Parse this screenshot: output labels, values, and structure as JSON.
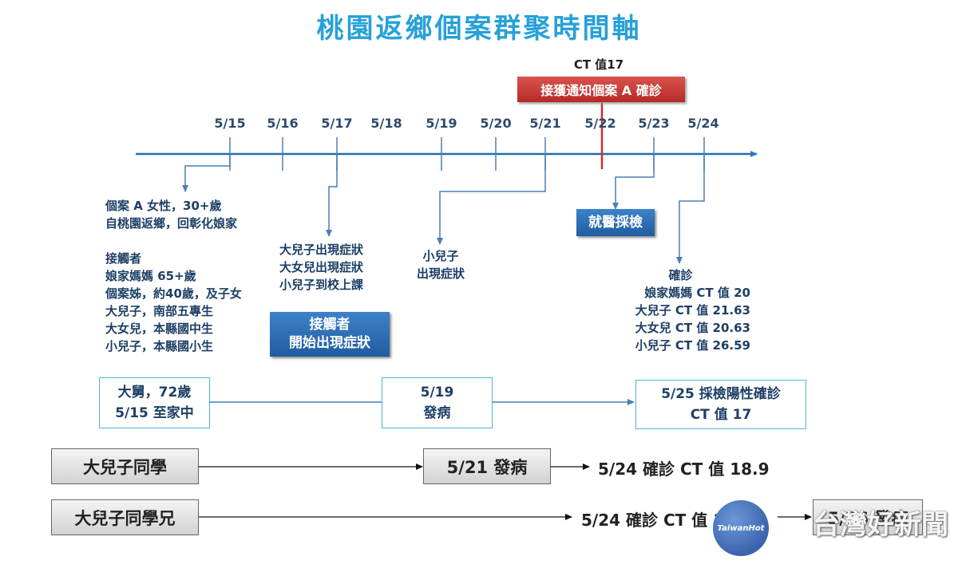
{
  "title": "桃園返鄉個案群聚時間軸",
  "ct_note": "CT 值17",
  "notify_label": "接獲通知個案 A 確診",
  "dates": [
    "5/15",
    "5/16",
    "5/17",
    "5/18",
    "5/19",
    "5/20",
    "5/21",
    "5/22",
    "5/23",
    "5/24"
  ],
  "case_info": [
    "個案 A 女性，30+歲",
    "自桃園返鄉，回彰化娘家"
  ],
  "contacts": [
    "接觸者",
    "娘家媽媽 65+歲",
    "個案姊，約40歲，及子女",
    "大兒子，南部五專生",
    "大女兒，本縣國中生",
    "小兒子，本縣國小生"
  ],
  "contacts_symptoms_label": [
    "接觸者",
    "開始出現症狀"
  ],
  "may17_notes": [
    "大兒子出現症狀",
    "大女兒出現症狀",
    "小兒子到校上課"
  ],
  "may19_notes": [
    "小兒子",
    "出現症狀"
  ],
  "hospital_label": "就醫採檢",
  "confirm_notes": [
    "確診",
    "娘家媽媽 CT 值 20",
    "大兒子 CT 值 21.63",
    "大女兒 CT 值 20.63",
    "小兒子 CT 值 26.59"
  ],
  "uncle": {
    "box1": [
      "大舅，72歲",
      "5/15 至家中"
    ],
    "box2": [
      "5/19",
      "發病"
    ],
    "box3": [
      "5/25 採檢陽性確診",
      "CT 值 17"
    ]
  },
  "classmate": {
    "label": "大兒子同學",
    "onset": "5/21 發病",
    "result": "5/24 確診 CT 值 18.9"
  },
  "classmate_brother": {
    "label": "大兒子同學兄",
    "result": "5/24 確診 CT 值 18.9",
    "onset": "5/26 發病"
  },
  "logo_text": "TaiwanHot",
  "watermark": "台灣好新聞",
  "colors": {
    "title": "#27a1d8",
    "axis": "#1f6fb5",
    "red": "#c9302c",
    "blue": "#2a6bb3",
    "text": "#1d3f66"
  }
}
